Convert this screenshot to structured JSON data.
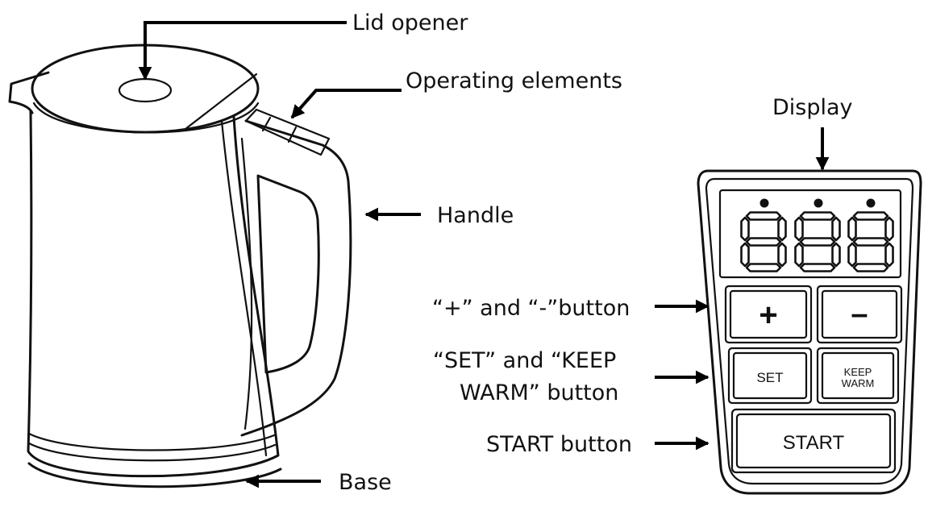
{
  "labels": {
    "lid_opener": "Lid opener",
    "operating_elements": "Operating elements",
    "display": "Display",
    "handle": "Handle",
    "plus_minus_button": "“+” and “-”button",
    "set_keep_warm_line1": "“SET” and “KEEP",
    "set_keep_warm_line2": "WARM” button",
    "start_button": "START button",
    "base": "Base"
  },
  "panel": {
    "plus": "+",
    "minus": "–",
    "set": "SET",
    "keep_line1": "KEEP",
    "keep_line2": "WARM",
    "start": "START"
  },
  "icons": {
    "arrow": "arrow-icon",
    "digit": "seven-segment-digit-icon"
  },
  "colors": {
    "ink": "#111111",
    "background": "#ffffff"
  }
}
